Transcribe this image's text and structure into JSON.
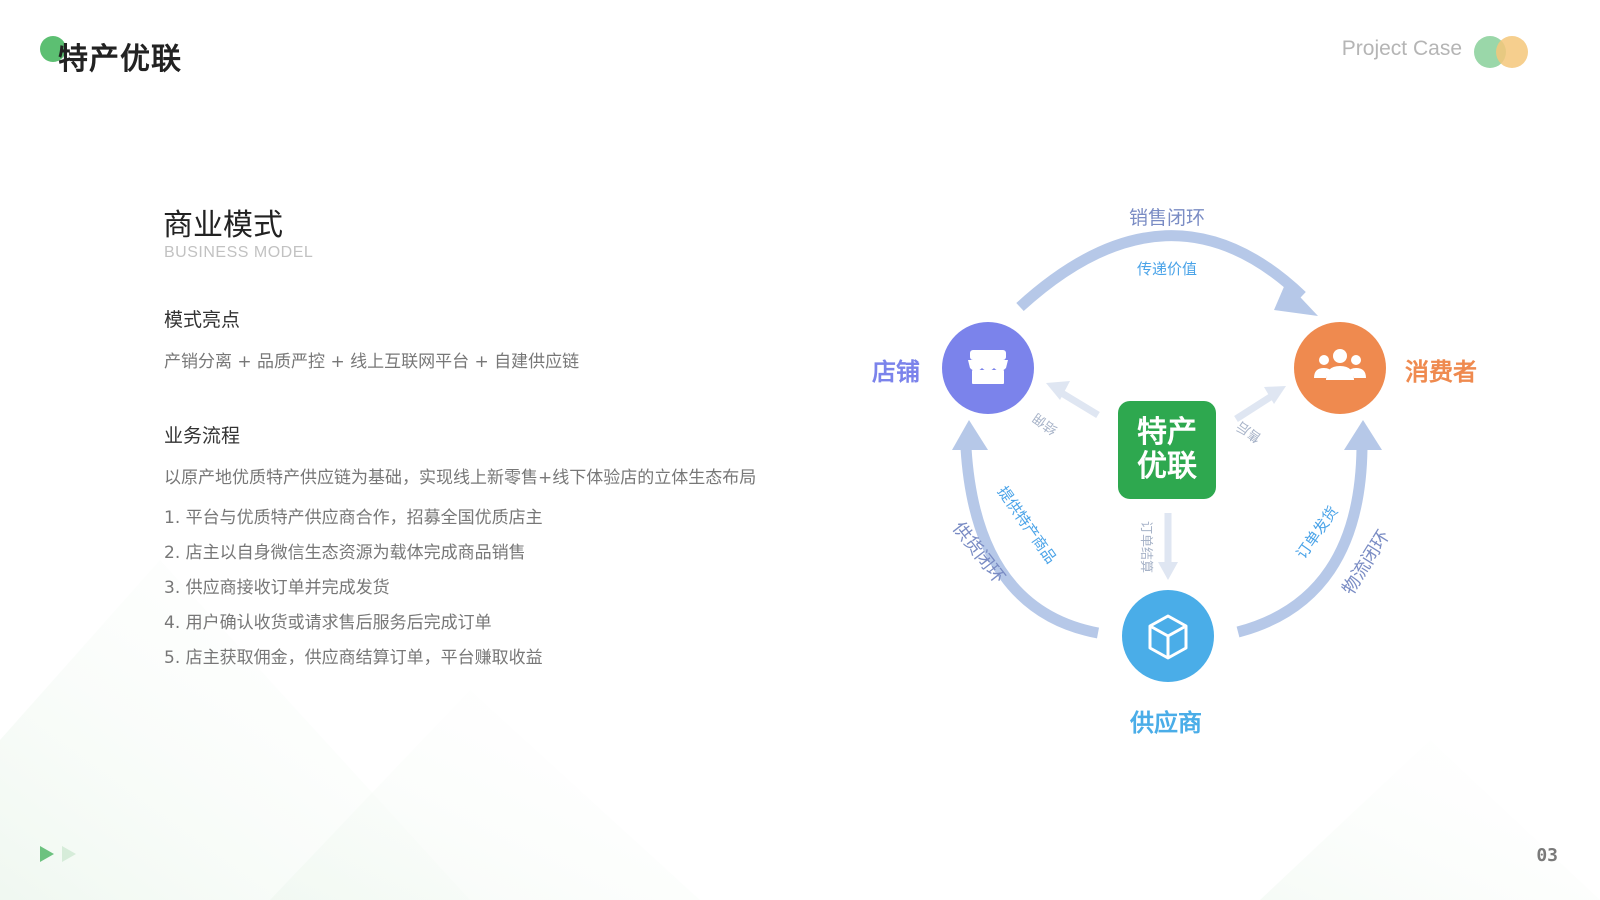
{
  "header": {
    "brand_title": "特产优联",
    "project_case": "Project Case",
    "page_number": "03"
  },
  "section": {
    "title": "商业模式",
    "subtitle": "BUSINESS MODEL"
  },
  "highlights": {
    "heading": "模式亮点",
    "text": "产销分离 + 品质严控 + 线上互联网平台 + 自建供应链"
  },
  "process": {
    "heading": "业务流程",
    "intro": "以原产地优质特产供应链为基础，实现线上新零售+线下体验店的立体生态布局",
    "steps": [
      "1. 平台与优质特产供应商合作，招募全国优质店主",
      "2. 店主以自身微信生态资源为载体完成商品销售",
      "3. 供应商接收订单并完成发货",
      "4. 用户确认收货或请求售后服务后完成订单",
      "5. 店主获取佣金，供应商结算订单，平台赚取收益"
    ]
  },
  "diagram": {
    "center": [
      "特产",
      "优联"
    ],
    "nodes": {
      "store": {
        "label": "店铺",
        "color": "#7b83eb",
        "icon": "store-icon"
      },
      "consumer": {
        "label": "消费者",
        "color": "#ef8a4f",
        "icon": "users-icon"
      },
      "supplier": {
        "label": "供应商",
        "color": "#4aade8",
        "icon": "box-icon"
      }
    },
    "arcs": {
      "top_outer": "销售闭环",
      "top_inner": "传递价值",
      "left_outer": "供货闭环",
      "left_inner": "提供特产商品",
      "right_outer": "物流闭环",
      "right_inner": "订单发货"
    },
    "center_links": {
      "to_store": "结佣",
      "to_consumer": "售后",
      "to_supplier": "订单结算"
    },
    "colors": {
      "arc": "#b6c8e8",
      "inner_text": "#4aa3e8",
      "outer_text": "#7a8cc4",
      "center": "#2ea84f",
      "small_arrow": "#dfe6f2"
    }
  }
}
